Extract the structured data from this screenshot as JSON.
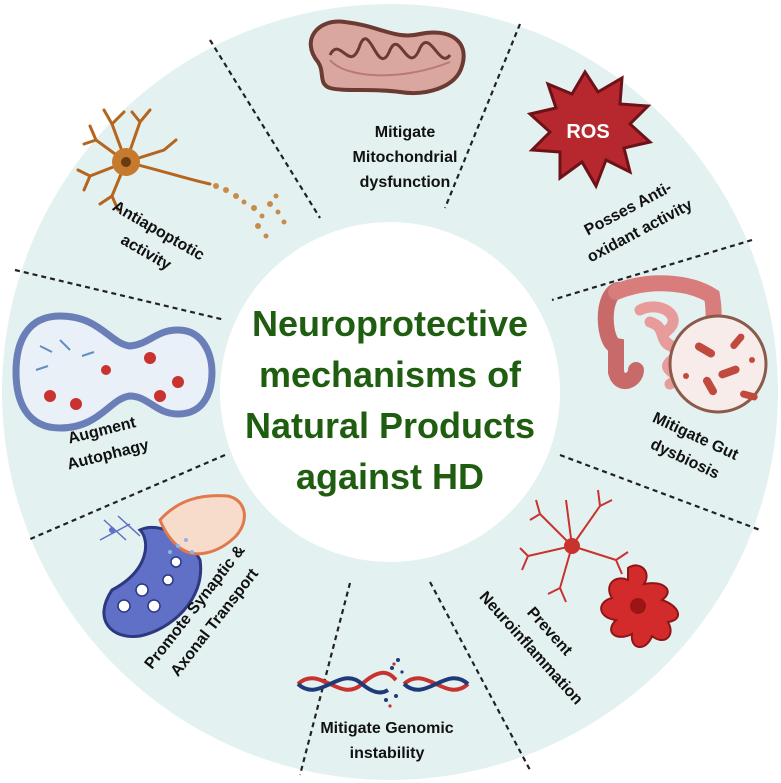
{
  "title": {
    "line1": "Neuroprotective",
    "line2": "mechanisms of",
    "line3": "Natural Products",
    "line4": "against HD"
  },
  "segments": {
    "mito": {
      "line1": "Mitigate",
      "line2": "Mitochondrial",
      "line3": "dysfunction"
    },
    "ros": {
      "badge": "ROS",
      "line1": "Posses Anti-",
      "line2": "oxidant activity"
    },
    "gut": {
      "line1": "Mitigate Gut",
      "line2": "dysbiosis"
    },
    "neuroinflam": {
      "line1": "Prevent",
      "line2": "Neuroinflammation"
    },
    "genomic": {
      "line1": "Mitigate Genomic",
      "line2": "instability"
    },
    "synaptic": {
      "line1": "Promote Synaptic &",
      "line2": "Axonal Transport"
    },
    "autophagy": {
      "line1": "Augment",
      "line2": "Autophagy"
    },
    "antiapoptotic": {
      "line1": "Antiapoptotic",
      "line2": "activity"
    }
  },
  "colors": {
    "ring": "#e4f1f1",
    "center": "#ffffff",
    "title": "#1f5d10",
    "divider": "#222222"
  }
}
